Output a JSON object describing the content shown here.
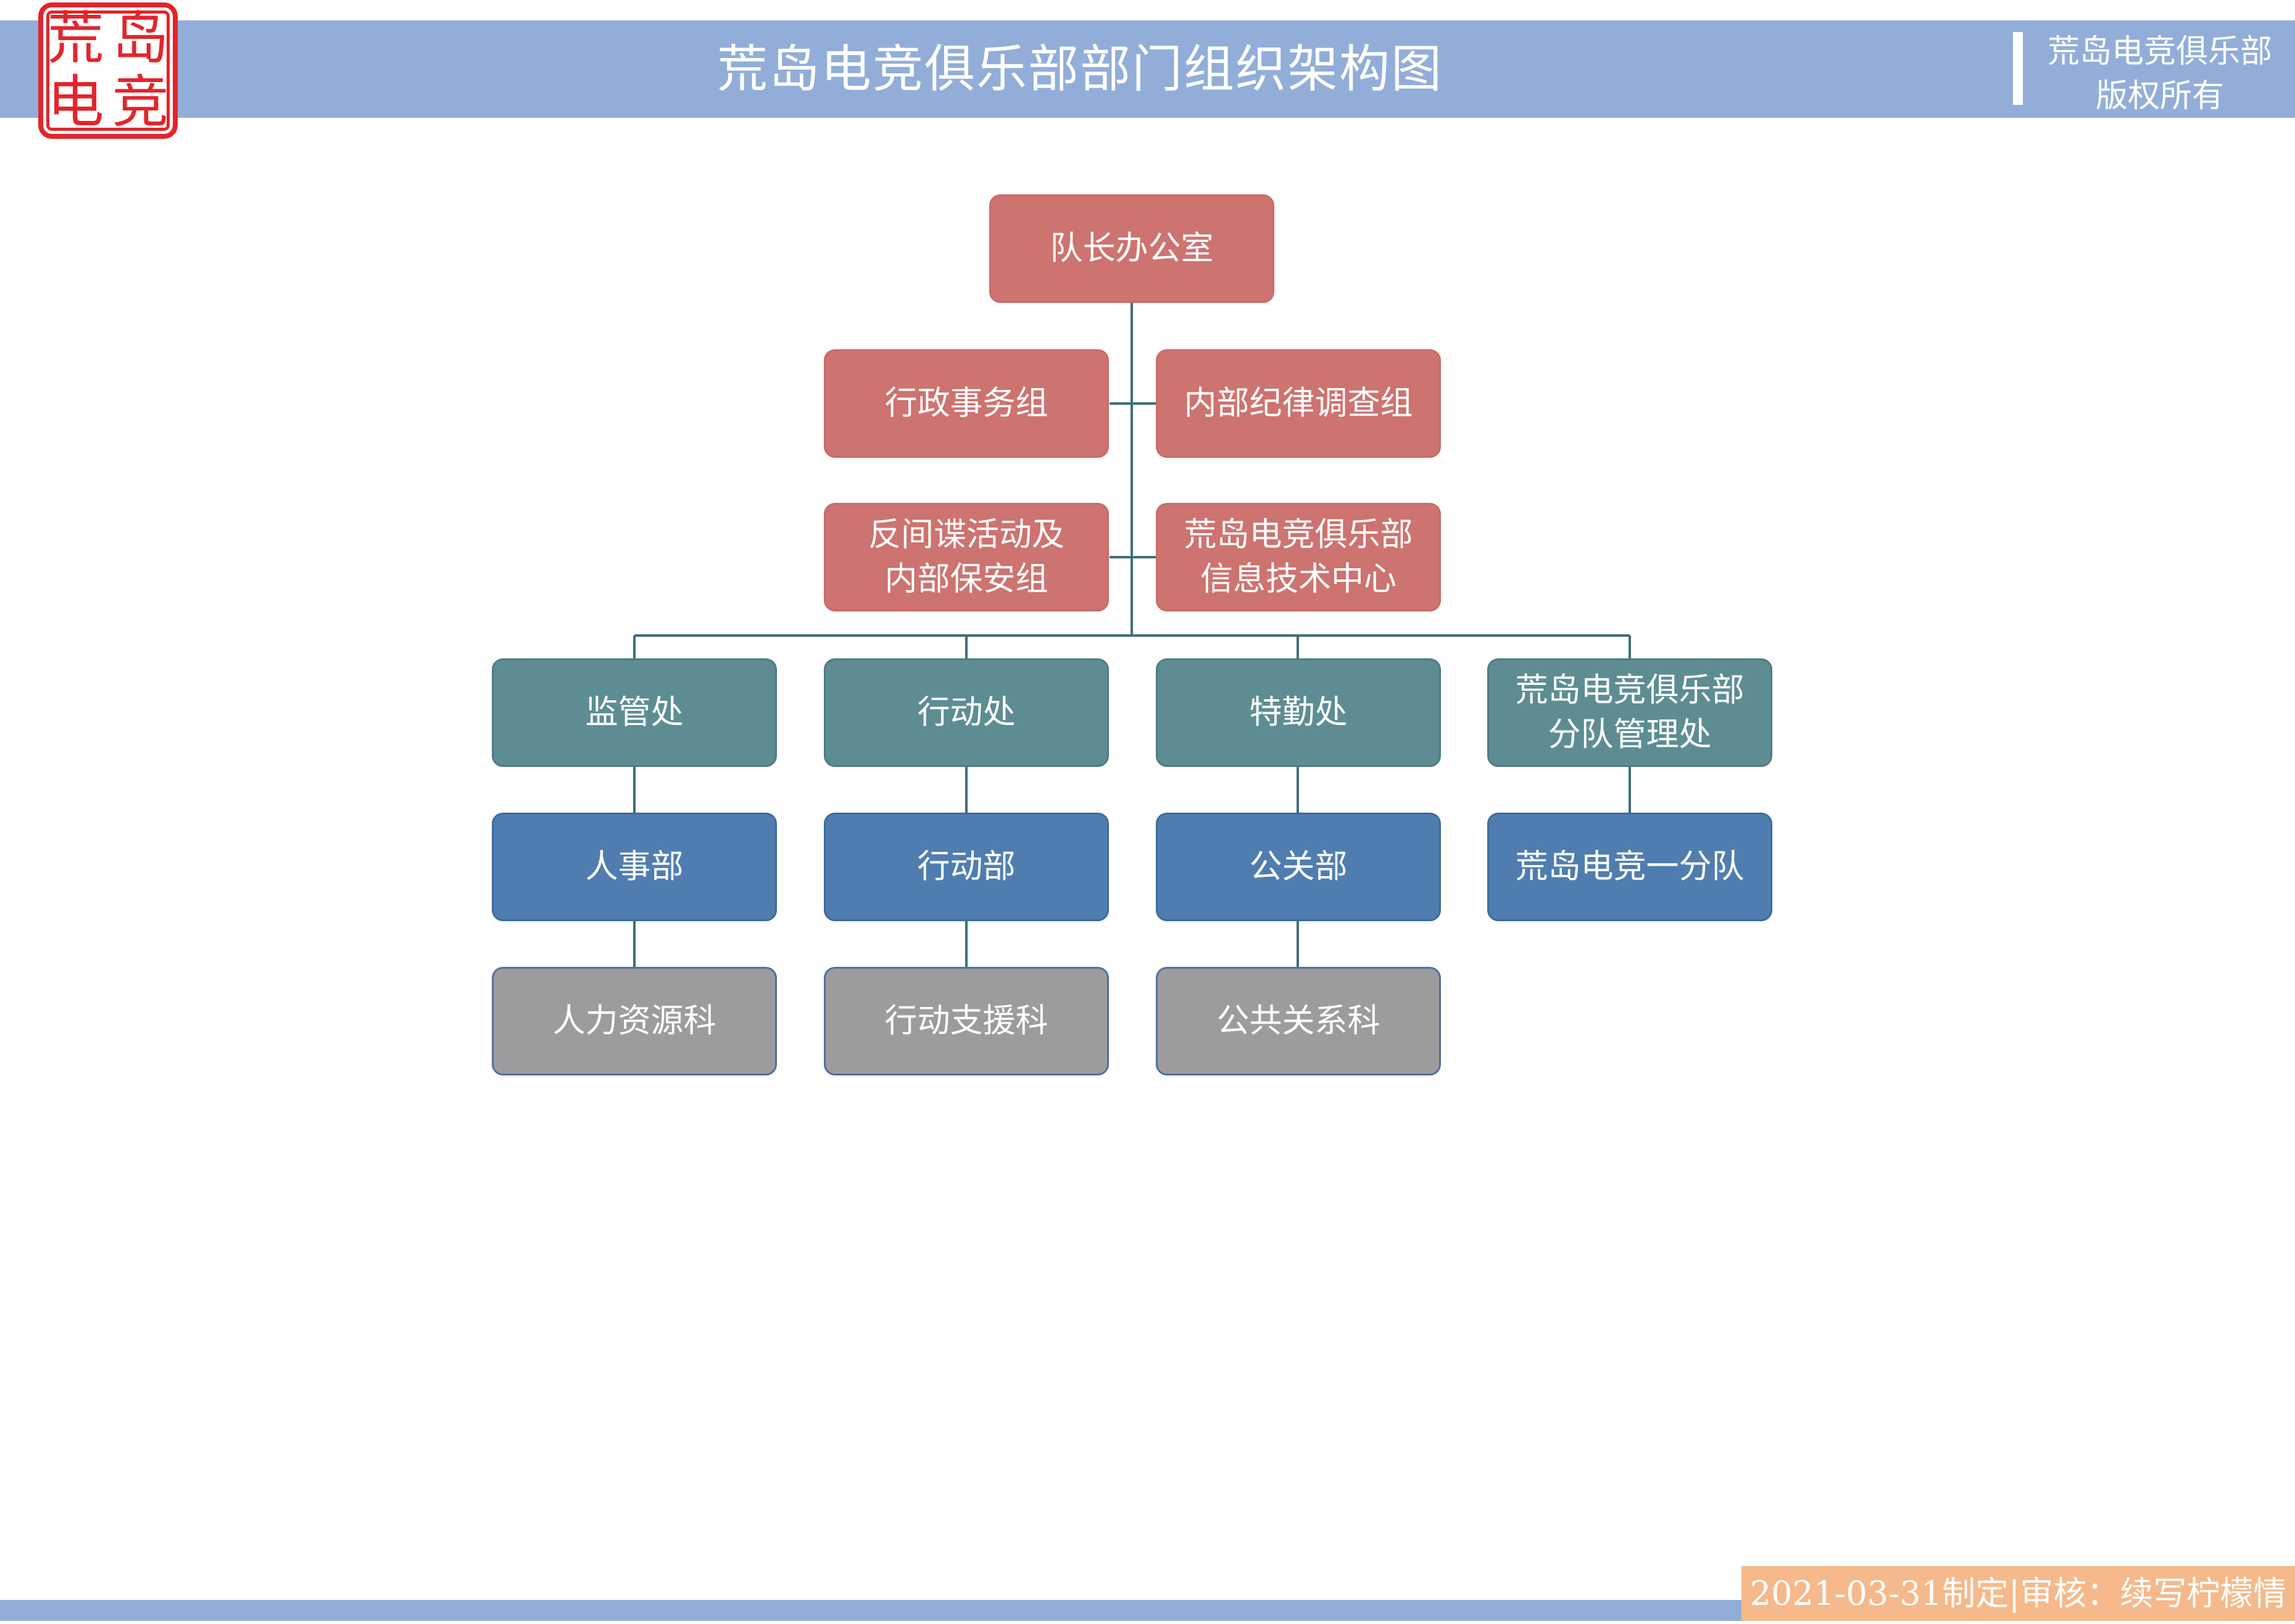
{
  "header": {
    "title": "荒岛电竞俱乐部部门组织架构图",
    "copyright": "荒岛电竞俱乐部\n版权所有",
    "seal_chars": [
      "荒",
      "岛",
      "电",
      "竞"
    ]
  },
  "footer": {
    "stamp": "2021-03-31制定|审核：续写柠檬情"
  },
  "colors": {
    "header_band": "#92aed8",
    "seal_red": "#e2252b",
    "office_red": "#cd7370",
    "division_teal": "#5d8d93",
    "department_blue": "#507daf",
    "section_gray": "#9c9c9c",
    "connector": "#3f6f7a",
    "footer_stamp": "#f5b98b"
  },
  "org": {
    "root": "队长办公室",
    "staff_left_1": "行政事务组",
    "staff_right_1": "内部纪律调查组",
    "staff_left_2": "反间谍活动及\n内部保安组",
    "staff_right_2": "荒岛电竞俱乐部\n信息技术中心",
    "divisions": [
      "监管处",
      "行动处",
      "特勤处",
      "荒岛电竞俱乐部\n分队管理处"
    ],
    "departments": [
      "人事部",
      "行动部",
      "公关部",
      "荒岛电竞一分队"
    ],
    "sections": [
      "人力资源科",
      "行动支援科",
      "公共关系科"
    ]
  }
}
